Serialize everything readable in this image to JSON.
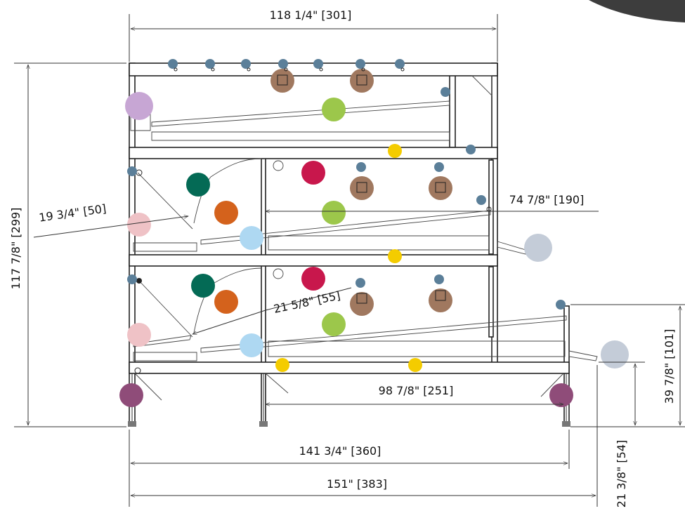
{
  "dimensions": {
    "top_width": "118 1/4\" [301]",
    "total_height": "117 7/8\" [299]",
    "left_offset": "19 3/4\" [50]",
    "right_offset": "74 7/8\" [190]",
    "middle_offset": "21 5/8\" [55]",
    "lower_width": "98 7/8\" [251]",
    "base_width": "141 3/4\" [360]",
    "overall_width": "151\" [383]",
    "right_height": "39 7/8\" [101]",
    "outlet_height": "21 3/8\" [54]"
  },
  "colors": {
    "steel_blue": "#5b7f99",
    "brown": "#a0785f",
    "lavender": "#c7a6d4",
    "green": "#9cc74b",
    "yellow": "#f4cc00",
    "crimson": "#c8174c",
    "teal": "#046a55",
    "orange": "#d4621c",
    "light_blue": "#aed8f2",
    "pink": "#efc2c6",
    "grey": "#c4ccd8",
    "plum": "#8f4c79"
  }
}
